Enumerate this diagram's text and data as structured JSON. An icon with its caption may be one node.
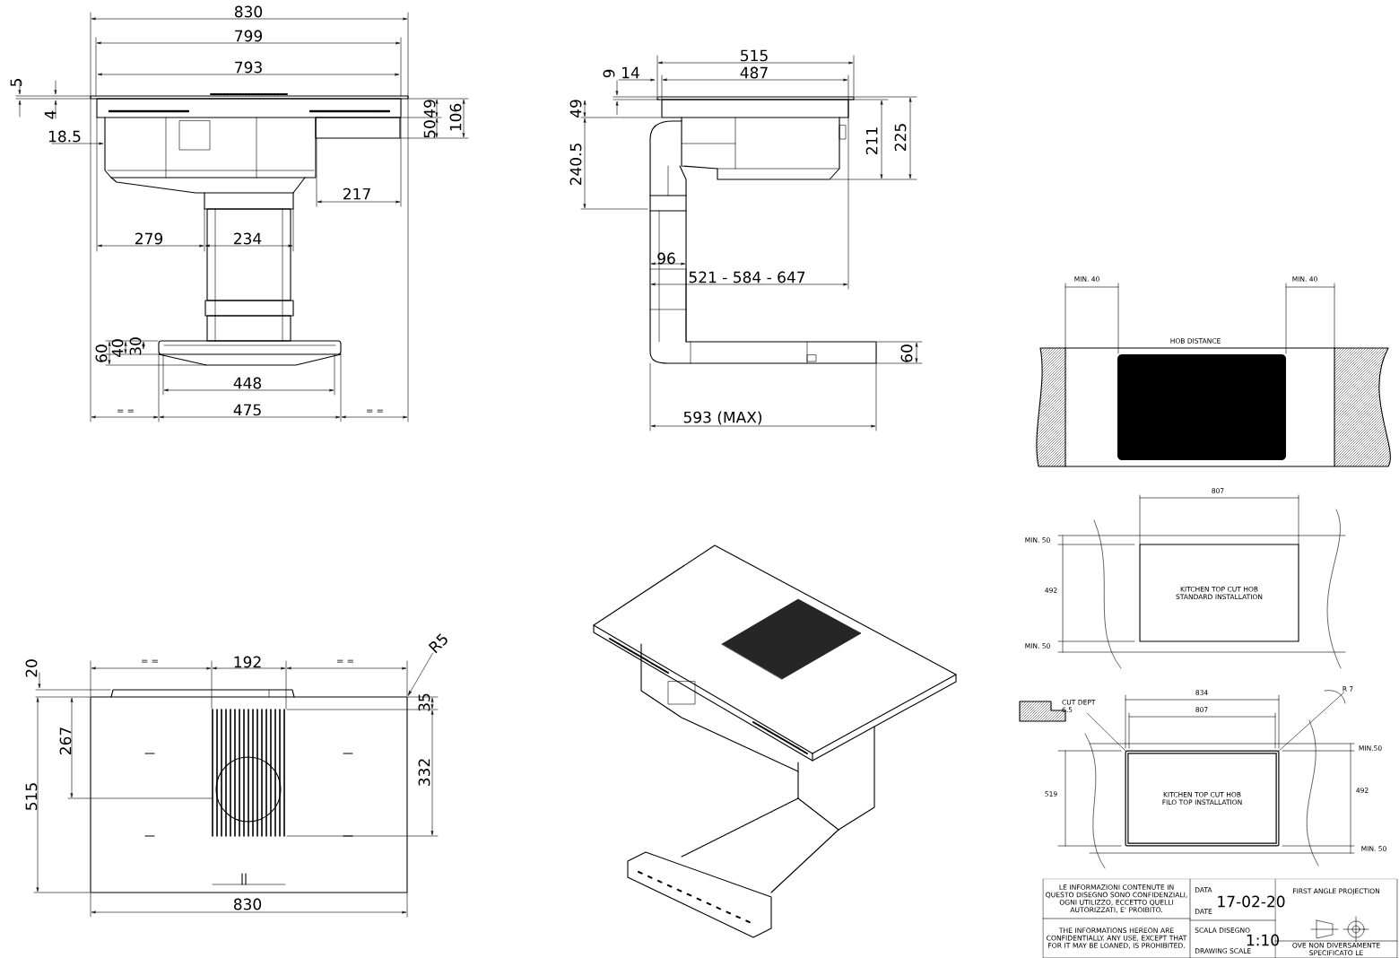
{
  "diagram": {
    "nodes": [
      {
        "text": [
          "KITCHEN TOP CUT HOB STANDARD INSTALLATION"
        ]
      },
      {
        "text": [
          "KITCHEN TOP CUT HOB FILO TOP INSTALLATION"
        ]
      },
      {
        "text": [
          "CUT DEPT 6.5"
        ]
      },
      {
        "text": [
          "R 7"
        ]
      },
      {
        "text": [
          "R5"
        ]
      },
      {
        "text": [],
        "shape": "box"
      }
    ],
    "edges": [
      {
        "from": 2,
        "to": 1,
        "arrow": "none"
      },
      {
        "from": 3,
        "to": 1,
        "arrow": "none"
      },
      {
        "from": 4,
        "to": 5,
        "arrow": "to"
      }
    ],
    "labels": [
      "830",
      "799",
      "793",
      "5",
      "4",
      "49",
      "50",
      "106",
      "18.5",
      "217",
      "279",
      "234",
      "60",
      "40",
      "30",
      "448",
      "= =",
      "475",
      "= =",
      "515",
      "9",
      "14",
      "487",
      "49",
      "211",
      "225",
      "240.5",
      "96",
      "521 - 584 - 647",
      "60",
      "593 (MAX)",
      "20",
      "= =",
      "192",
      "= =",
      "35",
      "267",
      "515",
      "332",
      "830",
      "MIN. 40",
      "MIN. 40",
      "HOB DISTANCE",
      "807",
      "MIN. 50",
      "492",
      "MIN. 50",
      "834",
      "807",
      "MIN.50",
      "519",
      "492",
      "MIN. 50",
      "LE INFORMAZIONI CONTENUTE IN QUESTO DISEGNO SONO CONFIDENZIALI, OGNI UTILIZZO, ECCETTO QUELLI AUTORIZZATI, E' PROIBITO.",
      "THE INFORMATIONS HEREON ARE CONFIDENTIALLY. ANY USE, EXCEPT THAT FOR IT MAY BE LOANED, IS PROHIBITED.",
      "DATA",
      "17-02-20",
      "DATE",
      "SCALA DISEGNO",
      "1:10",
      "DRAWING SCALE",
      "FIRST ANGLE PROJECTION",
      "OVE NON DIVERSAMENTE SPECIFICATO LE"
    ]
  }
}
